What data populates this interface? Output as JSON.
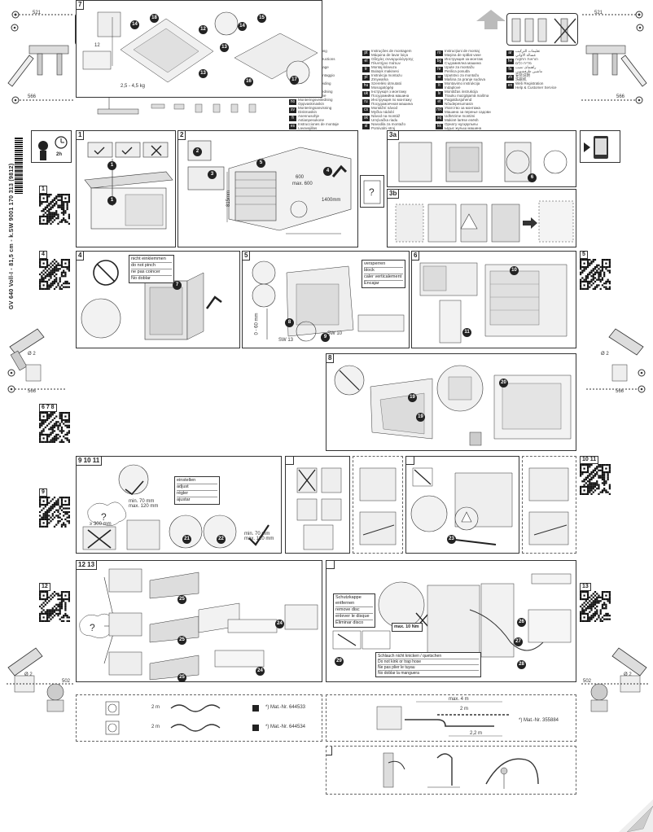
{
  "header": {
    "dim_top_left": "521",
    "dim_top_right": "521",
    "dim_side_left": "566",
    "dim_side_right": "566",
    "dim_side_left_2": "566",
    "dim_side_right_2": "566",
    "dim_bottom_left": "502",
    "dim_bottom_right": "502",
    "drill_diameter_left": "Ø 2",
    "drill_diameter_right": "Ø 2",
    "drill_diameter_left_2": "Ø 2",
    "drill_diameter_right_2": "Ø 2"
  },
  "document_code": "GV 640 Voll-I - 81,5 cm - k.SW   9001 170 313 (9812)",
  "time_estimate": "2h",
  "languages": {
    "col1": [
      {
        "code": "de",
        "line1": "Montageanleitung",
        "line2": "Geschirrspüler"
      },
      {
        "code": "en",
        "line1": "Installation instructions",
        "line2": "Dishwasher"
      },
      {
        "code": "fr",
        "line1": "Notice de montage",
        "line2": "Lave-vaisselle"
      },
      {
        "code": "it",
        "line1": "Istruzioni di montaggio",
        "line2": "Lavastoviglie"
      },
      {
        "code": "nl",
        "line1": "Montagehandleiding",
        "line2": "Vaatwasser"
      },
      {
        "code": "da",
        "line1": "Monteringsvejledning",
        "line2": "Opvaskemaskine"
      },
      {
        "code": "no",
        "line1": "Monteringsveiledning",
        "line2": "Oppvaskmaskin"
      },
      {
        "code": "sv",
        "line1": "Monteringsanvisning",
        "line2": "Diskmaskin"
      },
      {
        "code": "fi",
        "line1": "Asennusohje",
        "line2": "Astianpesukone"
      },
      {
        "code": "es",
        "line1": "Instrucciones de montaje",
        "line2": "Lavavajillas"
      }
    ],
    "col2": [
      {
        "code": "pt",
        "line1": "Instruções de montagem",
        "line2": "Máquina de lavar loiça"
      },
      {
        "code": "el",
        "line1": "Οδηγίες συναρμολόγησης",
        "line2": "Πλυντήριο πιάτων"
      },
      {
        "code": "tr",
        "line1": "Montaj kılavuzu",
        "line2": "Bulaşık makinesi"
      },
      {
        "code": "pl",
        "line1": "Instrukcja montażu",
        "line2": "Zmywarka"
      },
      {
        "code": "hu",
        "line1": "Szerelési útmutató",
        "line2": "Mosogatógép"
      },
      {
        "code": "uk",
        "line1": "Інструкція з монтажу",
        "line2": "Посудомийна машина"
      },
      {
        "code": "ru",
        "line1": "Инструкция по монтажу",
        "line2": "Посудомоечная машина"
      },
      {
        "code": "cs",
        "line1": "Montážní návod",
        "line2": "Myčka nádobí"
      },
      {
        "code": "sk",
        "line1": "Návod na montáž",
        "line2": "Umývačka riadu"
      },
      {
        "code": "sl",
        "line1": "Navodila za montažo",
        "line2": "Pomivalni stroj"
      }
    ],
    "col3": [
      {
        "code": "ro",
        "line1": "Instrucţiuni de montaj",
        "line2": "Maşina de spălat vase"
      },
      {
        "code": "bg",
        "line1": "Инструкция за монтаж",
        "line2": "Съдомиялна машина"
      },
      {
        "code": "hr",
        "line1": "Upute za montažu",
        "line2": "Perilica posuđa"
      },
      {
        "code": "sr",
        "line1": "Uputstvo za montažu",
        "line2": "Mašina za pranje sudova"
      },
      {
        "code": "lt",
        "line1": "Montavimo instrukcija",
        "line2": "Indaplovė"
      },
      {
        "code": "lv",
        "line1": "Montāžas instrukcija",
        "line2": "Trauku mazgājamā mašīna"
      },
      {
        "code": "et",
        "line1": "Paigaldusjuhend",
        "line2": "Nõudepesumasin"
      },
      {
        "code": "mk",
        "line1": "Упатство за монтажа",
        "line2": "Машина за перење садови"
      },
      {
        "code": "sq",
        "line1": "Udhëzime montimi",
        "line2": "Makinë larëse enësh"
      },
      {
        "code": "kk",
        "line1": "Орнату нұсқаулығы",
        "line2": "Ыдыс жуғыш машина"
      }
    ],
    "col4": [
      {
        "code": "ar",
        "line1": "تعليمات التركيب",
        "line2": "غسالة الأواني"
      },
      {
        "code": "he",
        "line1": "הוראות התקנה",
        "line2": "מדיח כלים"
      },
      {
        "code": "fa",
        "line1": "راهنمای نصب",
        "line2": "ماشین ظرفشویی"
      },
      {
        "code": "zh",
        "line1": "安装说明",
        "line2": "洗碗机"
      },
      {
        "code": "en",
        "line1": "Web Registration",
        "line2": "Help & Customer Service"
      }
    ]
  },
  "panels": {
    "p1": "1",
    "p2": "2",
    "p3a": "3a",
    "p3b": "3b",
    "p4": "4",
    "p5": "5",
    "p6": "6",
    "p7": "7",
    "p8": "8",
    "p9": "9 10 11",
    "p12": "12 13"
  },
  "qr_labels": {
    "q1": "1",
    "q4": "4",
    "q5": "5",
    "q678": "6 7 8",
    "q9": "9",
    "q1011": "10 11",
    "q12": "12",
    "q13": "13"
  },
  "panel2": {
    "dim_a": "815mm",
    "dim_b": "600",
    "dim_c": "max. 600",
    "dim_d": "1400mm"
  },
  "panel4_words": [
    "nicht einklemmen",
    "do not pinch",
    "ne pas coincer",
    "No doblar"
  ],
  "panel5_words": [
    "versperren",
    "block",
    "caler verticalement",
    "Encajar"
  ],
  "panel5_labels": {
    "sw10": "SW 10",
    "sw13": "SW 13",
    "range": "0 - 60 mm"
  },
  "panel7_labels": {
    "wt": "2,5 - 4,5 kg",
    "sizes": "12"
  },
  "panel9_words": [
    "einstellen",
    "adjust",
    "régler",
    "ajustar"
  ],
  "panel9_labels": {
    "min1": "min. 70 mm",
    "max1": "max. 120 mm",
    "min2": "min. 70 mm",
    "max2": "max. 120 mm",
    "bottom": "≥ 300 mm"
  },
  "panel_bottom_words": [
    "Schutzkappe entfernen",
    "remove disc",
    "enlever le disque",
    "Eliminar disco"
  ],
  "panel_bottom_torque": "max. 10 Nm",
  "panel_bottom_caution": [
    "Schlauch nicht knicken / quetschen",
    "Do not kink or trap hose",
    "Ne pas plier le tuyau",
    "No doblar la manguera"
  ],
  "steps": [
    "1",
    "2",
    "3",
    "4",
    "5",
    "6",
    "7",
    "8",
    "9",
    "10",
    "11",
    "12",
    "13",
    "14",
    "15",
    "16",
    "17",
    "18",
    "19",
    "20",
    "21",
    "22",
    "23",
    "24",
    "25",
    "26",
    "27",
    "28",
    "29"
  ],
  "accessories": {
    "row1_len": "2 m",
    "row1_mat": "*) Mat.-Nr. 644533",
    "row2_len": "2 m",
    "row2_mat": "*) Mat.-Nr. 644534",
    "ext_len_a": "max. 4 m",
    "ext_len_b": "2 m",
    "ext_len_c": "2,2 m",
    "ext_mat": "*) Mat.-Nr. 355884"
  },
  "colors": {
    "line": "#333333",
    "fill": "#e6e6e6",
    "shade": "#c9c9c9",
    "arrow": "#bbbbbb",
    "dark": "#222222"
  }
}
